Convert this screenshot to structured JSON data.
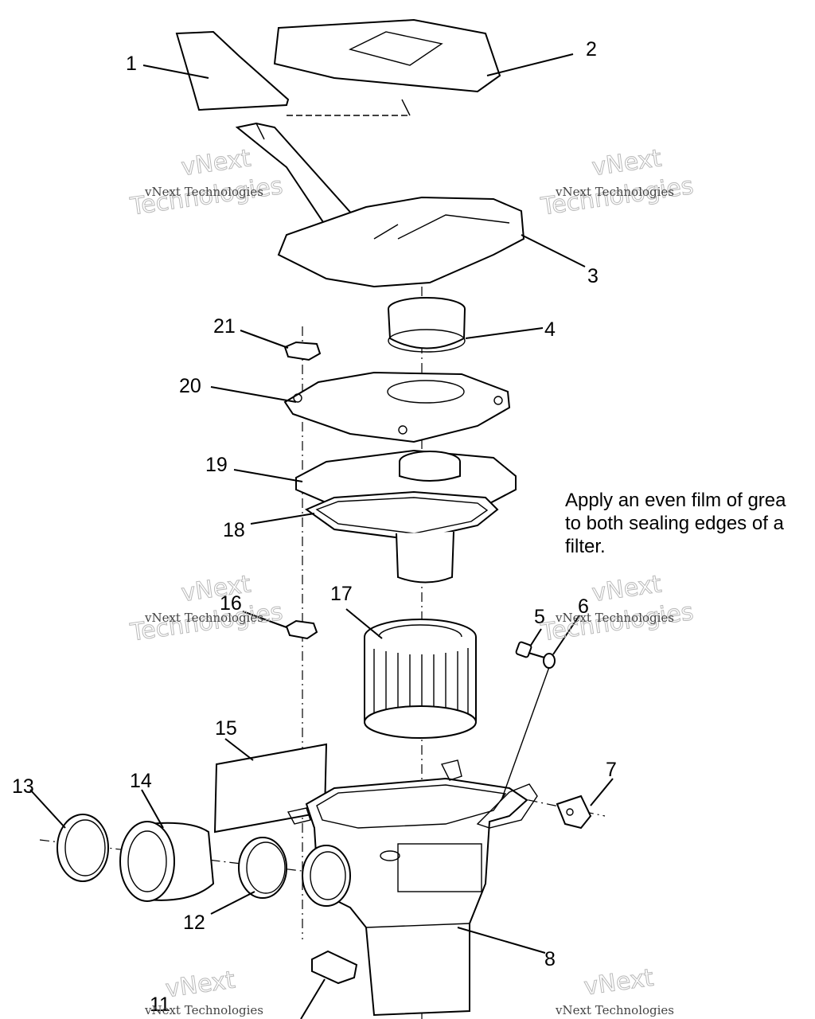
{
  "diagram": {
    "callouts": [
      {
        "id": "1",
        "label": "1"
      },
      {
        "id": "2",
        "label": "2"
      },
      {
        "id": "3",
        "label": "3"
      },
      {
        "id": "4",
        "label": "4"
      },
      {
        "id": "5",
        "label": "5"
      },
      {
        "id": "6",
        "label": "6"
      },
      {
        "id": "7",
        "label": "7"
      },
      {
        "id": "8",
        "label": "8"
      },
      {
        "id": "11",
        "label": "11"
      },
      {
        "id": "12",
        "label": "12"
      },
      {
        "id": "13",
        "label": "13"
      },
      {
        "id": "14",
        "label": "14"
      },
      {
        "id": "15",
        "label": "15"
      },
      {
        "id": "16",
        "label": "16"
      },
      {
        "id": "17",
        "label": "17"
      },
      {
        "id": "18",
        "label": "18"
      },
      {
        "id": "19",
        "label": "19"
      },
      {
        "id": "20",
        "label": "20"
      },
      {
        "id": "21",
        "label": "21"
      }
    ],
    "note_lines": [
      "Apply an even film of grea",
      "to both sealing edges of a",
      "filter."
    ],
    "watermark": {
      "line1": "vNext Technologies",
      "line2": "vNext",
      "line3": "Technologies"
    }
  }
}
